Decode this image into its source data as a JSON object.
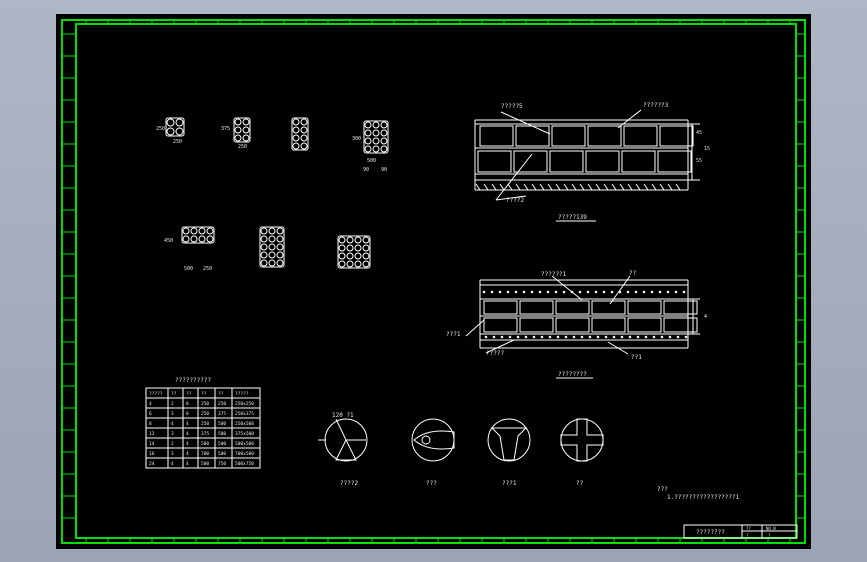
{
  "colors": {
    "background": "#000000",
    "frame": "#00e000",
    "lines": "#ffffff",
    "viewport": "#a6b0c0"
  },
  "sheet": {
    "section_a": {
      "caption": "?????139",
      "callout_top_left": "?????5",
      "callout_top_right": "??????3",
      "callout_bottom": "????2",
      "dim_labels": [
        "45",
        "55",
        "15"
      ]
    },
    "section_b": {
      "caption": "????????",
      "callout_top_left": "??????1",
      "callout_top_right": "??",
      "callout_left": "???1",
      "callout_bottom_left": "?????",
      "callout_bottom_right": "??1",
      "dim_labels": [
        "4"
      ]
    },
    "table": {
      "title": "??????????",
      "header": [
        "?????",
        "??",
        "??",
        "??",
        "??",
        "?????"
      ],
      "rows": [
        [
          "4",
          "2",
          "8",
          "250",
          "250",
          "250x250"
        ],
        [
          "6",
          "3",
          "8",
          "250",
          "375",
          "250x375"
        ],
        [
          "8",
          "4",
          "4",
          "250",
          "500",
          "250x500"
        ],
        [
          "12",
          "3",
          "4",
          "375",
          "500",
          "375x500"
        ],
        [
          "14",
          "2",
          "4",
          "500",
          "500",
          "500x500"
        ],
        [
          "16",
          "3",
          "4",
          "700",
          "500",
          "700x500"
        ],
        [
          "24",
          "4",
          "4",
          "500",
          "750",
          "500x750"
        ]
      ]
    },
    "joints": [
      "????2",
      "???",
      "???1",
      "??"
    ],
    "joint_dim": "120  ?1",
    "note_title": "???",
    "note_text": "1.?????????????????1",
    "title_block": {
      "name": "????????",
      "cell1": "??",
      "cell2": "NO.N",
      "cell3": "?",
      "cell4": "?"
    },
    "small_dims": {
      "d1": "250",
      "d2": "250",
      "d3": "375",
      "d4": "250",
      "d5": "300",
      "d6": "500",
      "d7": "90",
      "d8": "90",
      "d9": "450",
      "d10": "500",
      "d11": "250"
    }
  }
}
